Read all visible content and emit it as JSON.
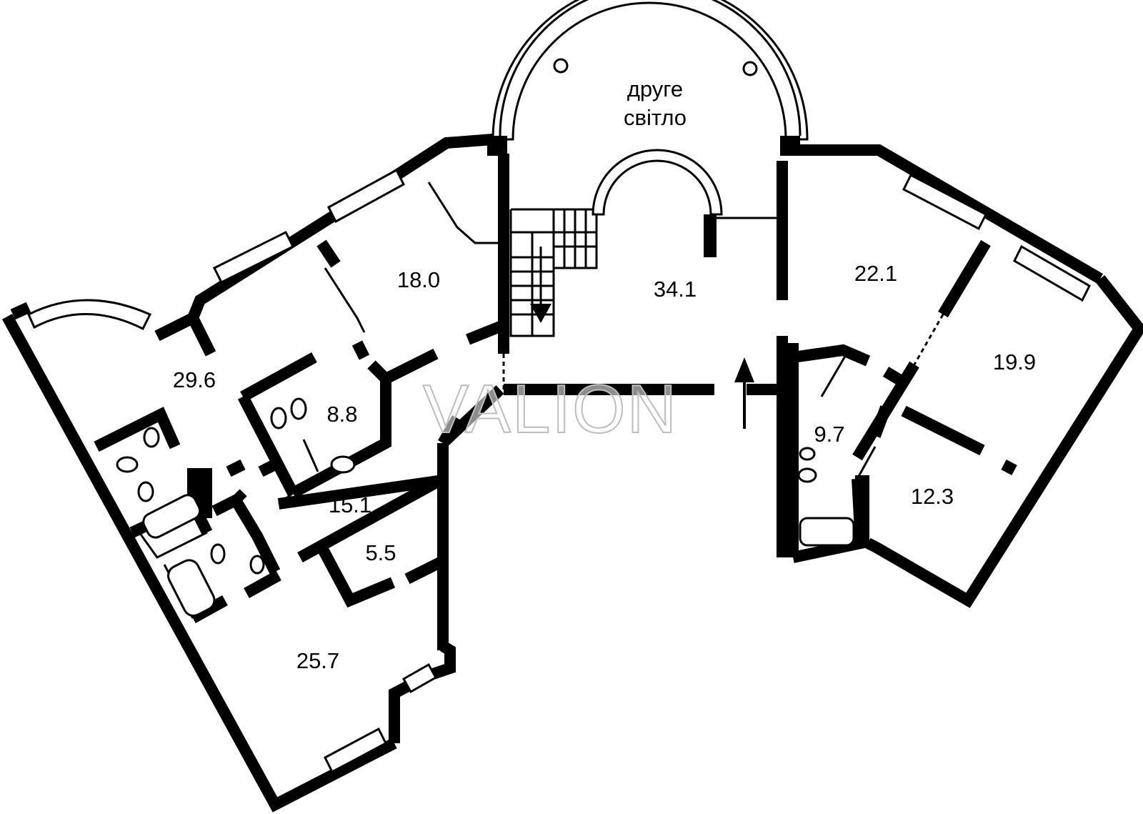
{
  "watermark": "VALION",
  "second_light_label": {
    "line1": "друге",
    "line2": "світло"
  },
  "rooms": [
    {
      "id": "room-29-6",
      "area": "29.6"
    },
    {
      "id": "room-18-0",
      "area": "18.0"
    },
    {
      "id": "room-34-1",
      "area": "34.1"
    },
    {
      "id": "room-22-1",
      "area": "22.1"
    },
    {
      "id": "room-19-9",
      "area": "19.9"
    },
    {
      "id": "room-8-8",
      "area": "8.8"
    },
    {
      "id": "room-9-7",
      "area": "9.7"
    },
    {
      "id": "room-12-3",
      "area": "12.3"
    },
    {
      "id": "room-15-1",
      "area": "15.1"
    },
    {
      "id": "room-5-5",
      "area": "5.5"
    },
    {
      "id": "room-25-7",
      "area": "25.7"
    }
  ]
}
